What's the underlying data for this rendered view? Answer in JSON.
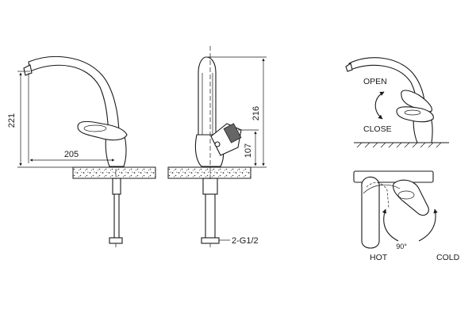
{
  "dimensions": {
    "height_total": "221",
    "reach": "205",
    "height_side": "216",
    "handle_height": "107",
    "connection": "2-G1/2"
  },
  "operation": {
    "open": "OPEN",
    "close": "CLOSE",
    "hot": "HOT",
    "cold": "COLD",
    "rotation": "90°"
  }
}
